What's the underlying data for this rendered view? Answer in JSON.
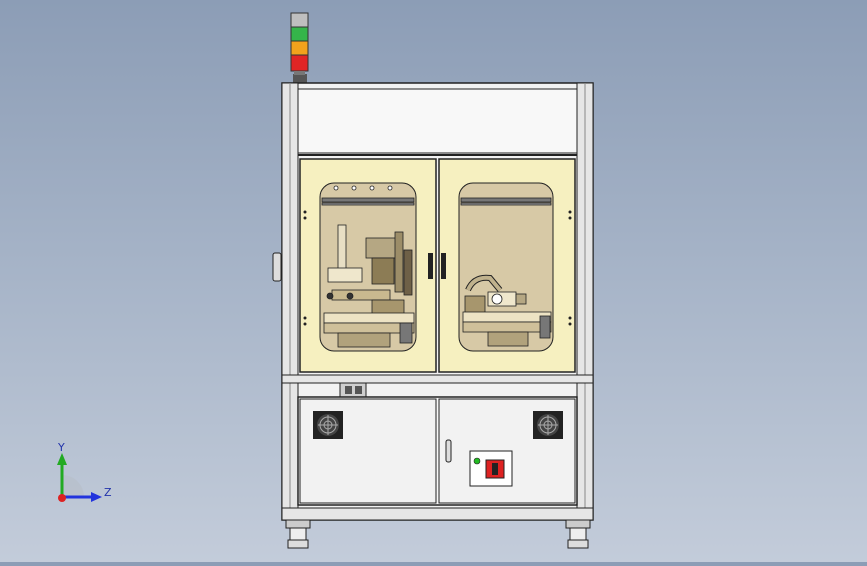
{
  "viewport": {
    "background_top": "#8c9db6",
    "background_bottom": "#c3ccda",
    "machine_frame_color": "#f2f2f2",
    "window_tint_color": "#f6f0c0",
    "interior_color": "#d7c9a6"
  },
  "signal_tower": {
    "lights": [
      "gray",
      "green",
      "amber",
      "red"
    ],
    "colors": [
      "#bfbfbf",
      "#35b54a",
      "#f2a21c",
      "#e02525"
    ]
  },
  "axis_triad": {
    "labels": {
      "y": "Y",
      "z": "Z"
    },
    "colors": {
      "y": "#22aa22",
      "z": "#2233dd",
      "x": "#dd2222"
    }
  },
  "control_panel": {
    "indicator_color": "#22bb22",
    "switch_color": "#dd2222"
  }
}
